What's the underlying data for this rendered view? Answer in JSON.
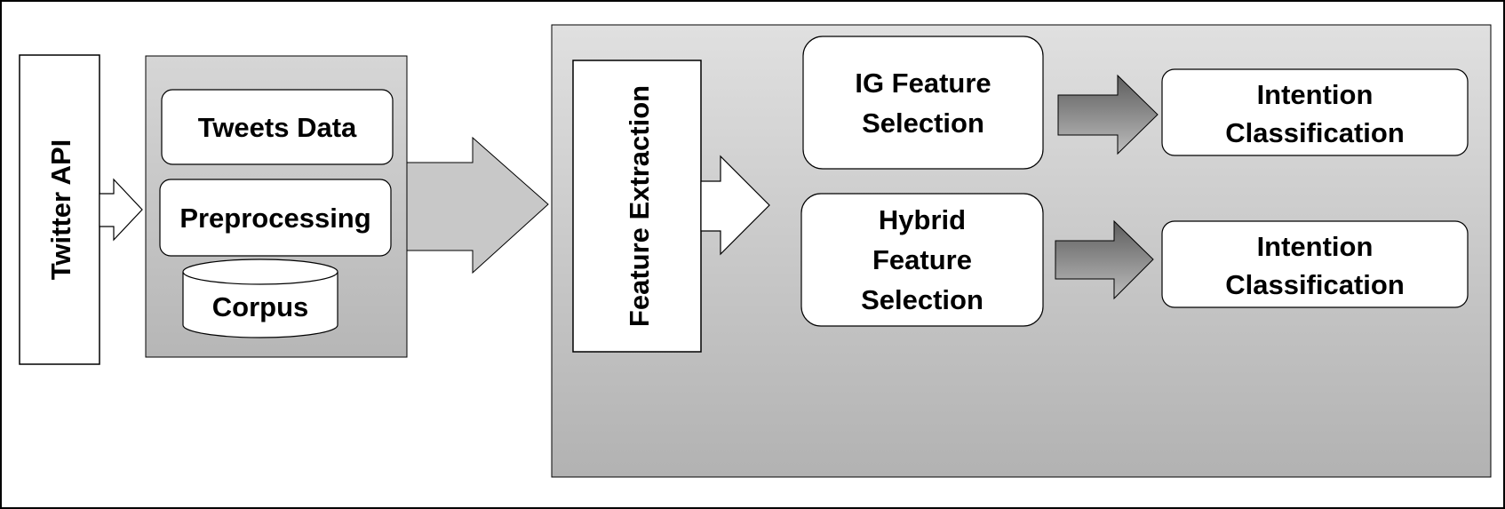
{
  "diagram": {
    "source": {
      "label": "Twitter API"
    },
    "data_stage": {
      "tweets": "Tweets Data",
      "preprocessing": "Preprocessing",
      "corpus": "Corpus"
    },
    "feature_stage": {
      "extraction": "Feature Extraction",
      "ig_selection": {
        "line1": "IG Feature",
        "line2": "Selection"
      },
      "hybrid_selection": {
        "line1": "Hybrid",
        "line2": "Feature",
        "line3": "Selection"
      },
      "classification_top": {
        "line1": "Intention",
        "line2": "Classification"
      },
      "classification_bottom": {
        "line1": "Intention",
        "line2": "Classification"
      }
    }
  },
  "colors": {
    "panel_light": "#dcdcdc",
    "panel_dark": "#b4b4b4",
    "box_fill": "#ffffff",
    "arrow_dark": "#6e6e6e",
    "arrow_light": "#b8b8b8",
    "stroke": "#000000"
  }
}
